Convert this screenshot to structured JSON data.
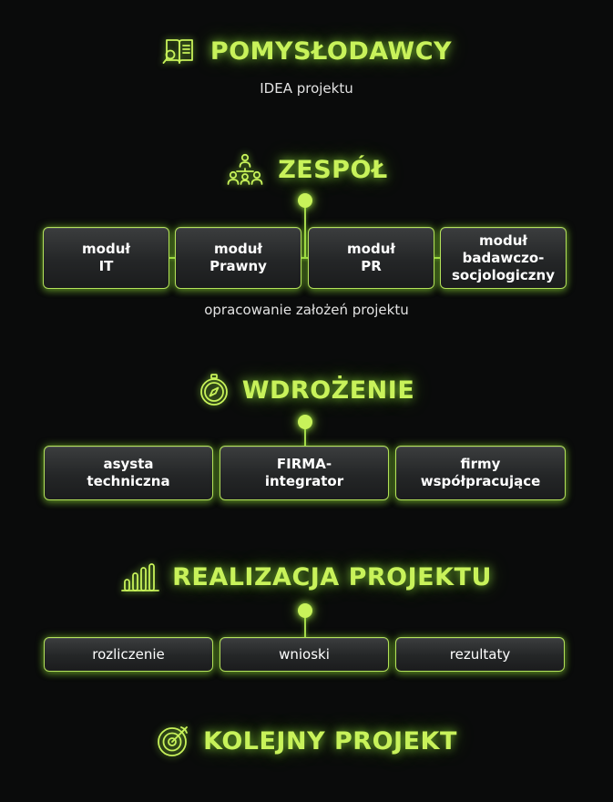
{
  "sections": {
    "pomyslodawcy": {
      "title": "POMYSŁODAWCY",
      "subtitle": "IDEA projektu",
      "icon": "book-search-icon"
    },
    "zespol": {
      "title": "ZESPÓŁ",
      "icon": "team-hierarchy-icon",
      "modules": [
        {
          "line1": "moduł",
          "line2": "IT",
          "line3": ""
        },
        {
          "line1": "moduł",
          "line2": "Prawny",
          "line3": ""
        },
        {
          "line1": "moduł",
          "line2": "PR",
          "line3": ""
        },
        {
          "line1": "moduł",
          "line2": "badawczo-",
          "line3": "socjologiczny"
        }
      ],
      "caption": "opracowanie założeń projektu"
    },
    "wdrozenie": {
      "title": "WDROŻENIE",
      "icon": "compass-icon",
      "items": [
        {
          "line1": "asysta",
          "line2": "techniczna"
        },
        {
          "line1": "FIRMA-",
          "line2": "integrator"
        },
        {
          "line1": "firmy",
          "line2": "współpracujące"
        }
      ]
    },
    "realizacja": {
      "title": "REALIZACJA PROJEKTU",
      "icon": "bar-chart-icon",
      "items": [
        "rozliczenie",
        "wnioski",
        "rezultaty"
      ]
    },
    "kolejny": {
      "title": "KOLEJNY PROJEKT",
      "icon": "target-icon"
    }
  },
  "colors": {
    "background": "#0a0b0b",
    "accent": "#c8f25a",
    "box_border": "#b4e25a",
    "text": "#ffffff"
  }
}
